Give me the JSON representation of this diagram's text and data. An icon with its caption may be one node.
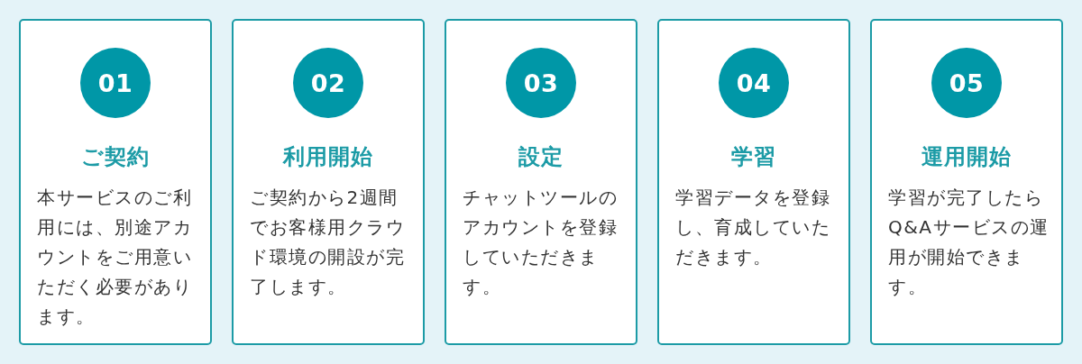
{
  "diagram": {
    "nodes": [
      {
        "text": [
          "ご契約",
          "本サービスのご利用には、別途アカウントをご用意いただく必要があります。"
        ]
      },
      {
        "text": [
          "01"
        ],
        "in": 0
      },
      {
        "text": [
          "利用開始",
          "ご契約から2週間でお客様用クラウド環境の開設が完了します。"
        ]
      },
      {
        "text": [
          "02"
        ],
        "in": 2
      },
      {
        "text": [
          "設定",
          "チャットツールのアカウントを登録していただきます。"
        ]
      },
      {
        "text": [
          "03"
        ],
        "in": 4
      },
      {
        "text": [
          "学習",
          "学習データを登録し、育成していただきます。"
        ]
      },
      {
        "text": [
          "04"
        ],
        "in": 6
      },
      {
        "text": [
          "運用開始",
          "学習が完了したらQ&Aサービスの運用が開始できます。"
        ]
      },
      {
        "text": [
          "05"
        ],
        "in": 8
      }
    ]
  }
}
